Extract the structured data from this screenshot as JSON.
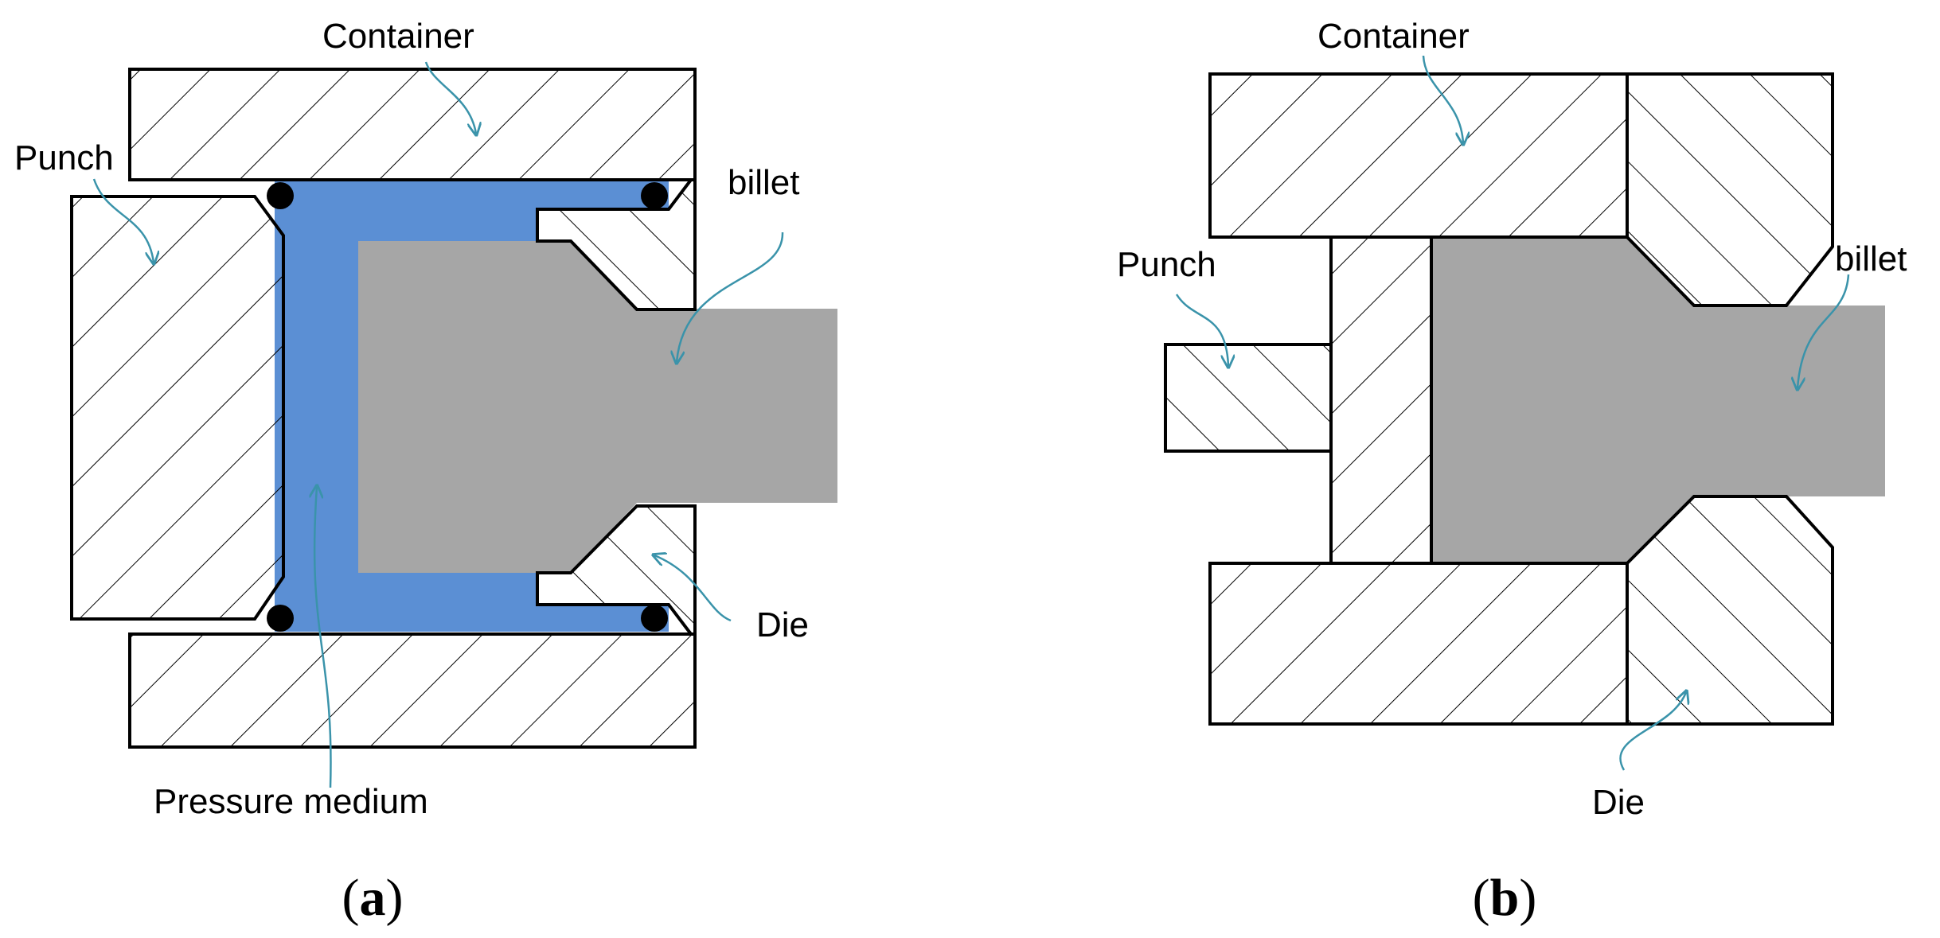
{
  "panel_a": {
    "labels": {
      "container": "Container",
      "punch": "Punch",
      "billet": "billet",
      "die": "Die",
      "pressure_medium": "Pressure medium"
    },
    "caption": {
      "open": "(",
      "letter": "a",
      "close": ")"
    }
  },
  "panel_b": {
    "labels": {
      "container": "Container",
      "punch": "Punch",
      "billet": "billet",
      "die": "Die"
    },
    "caption": {
      "open": "(",
      "letter": "b",
      "close": ")"
    }
  },
  "colors": {
    "pressure_medium": "#5b8fd4",
    "billet": "#a6a6a6",
    "leader_lines": "#3a93aa",
    "outline": "#000000",
    "seal": "#000000"
  }
}
